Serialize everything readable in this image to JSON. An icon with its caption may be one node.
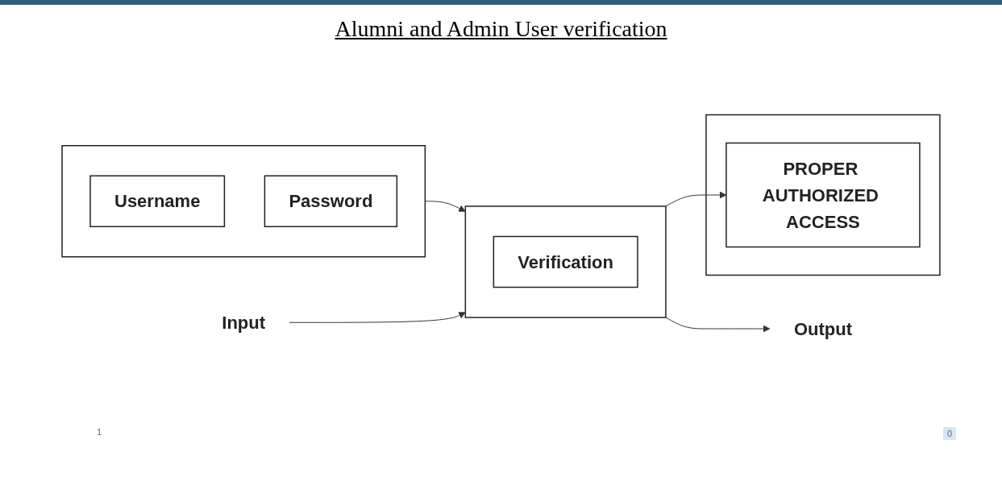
{
  "diagram": {
    "title": "Alumni and Admin User verification",
    "nodes": [
      {
        "text": [],
        "shape": "box"
      },
      {
        "text": [
          "Username"
        ],
        "in": 0
      },
      {
        "text": [
          "Password"
        ],
        "in": 0
      },
      {
        "text": [],
        "shape": "box"
      },
      {
        "text": [
          "Verification"
        ],
        "in": 3
      },
      {
        "text": [],
        "shape": "box"
      },
      {
        "text": [
          "PROPER AUTHORIZED ACCESS"
        ],
        "in": 5
      },
      {
        "text": [
          "Input"
        ]
      },
      {
        "text": [
          "Output"
        ]
      }
    ],
    "edges": [
      {
        "from": 0,
        "to": 3,
        "arrow": "to"
      },
      {
        "from": 3,
        "to": 6,
        "arrow": "to"
      },
      {
        "from": 7,
        "to": 3,
        "arrow": "to"
      },
      {
        "from": 3,
        "to": 8,
        "arrow": "to"
      }
    ],
    "labels": [
      "1",
      "0"
    ]
  }
}
